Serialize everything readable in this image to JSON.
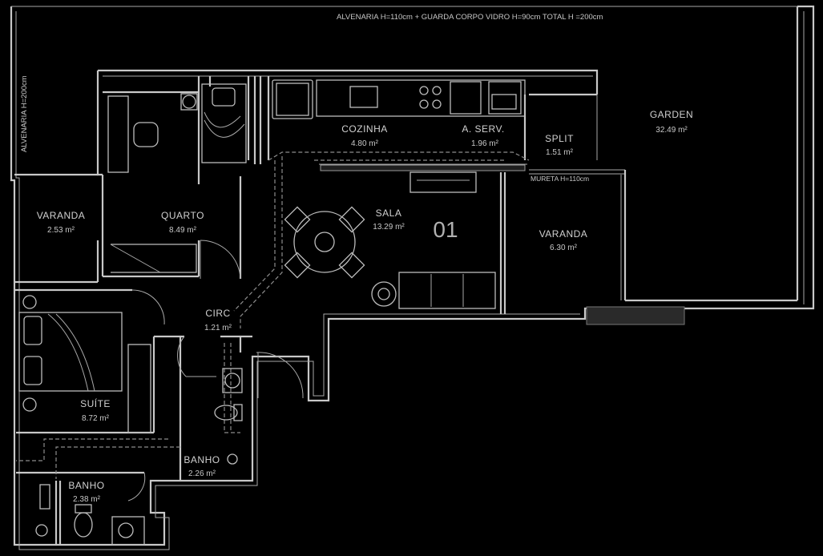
{
  "notes": {
    "top": "ALVENARIA H=110cm + GUARDA CORPO VIDRO H=90cm TOTAL H =200cm",
    "side": "ALVENARIA H=200cm",
    "mureta": "MURETA H=110cm"
  },
  "unit_number": "01",
  "rooms": {
    "cozinha": {
      "name": "COZINHA",
      "area": "4.80 m²"
    },
    "area_servico": {
      "name": "A. SERV.",
      "area": "1.96 m²"
    },
    "split": {
      "name": "SPLIT",
      "area": "1.51 m²"
    },
    "garden": {
      "name": "GARDEN",
      "area": "32.49 m²"
    },
    "varanda_left": {
      "name": "VARANDA",
      "area": "2.53 m²"
    },
    "quarto": {
      "name": "QUARTO",
      "area": "8.49 m²"
    },
    "sala": {
      "name": "SALA",
      "area": "13.29 m²"
    },
    "varanda_right": {
      "name": "VARANDA",
      "area": "6.30 m²"
    },
    "circ": {
      "name": "CIRC",
      "area": "1.21 m²"
    },
    "suite": {
      "name": "SUÍTE",
      "area": "8.72 m²"
    },
    "banho_social": {
      "name": "BANHO",
      "area": "2.26 m²"
    },
    "banho_suite": {
      "name": "BANHO",
      "area": "2.38 m²"
    }
  },
  "colors": {
    "background": "#000000",
    "lines": "#c8c8c8"
  }
}
